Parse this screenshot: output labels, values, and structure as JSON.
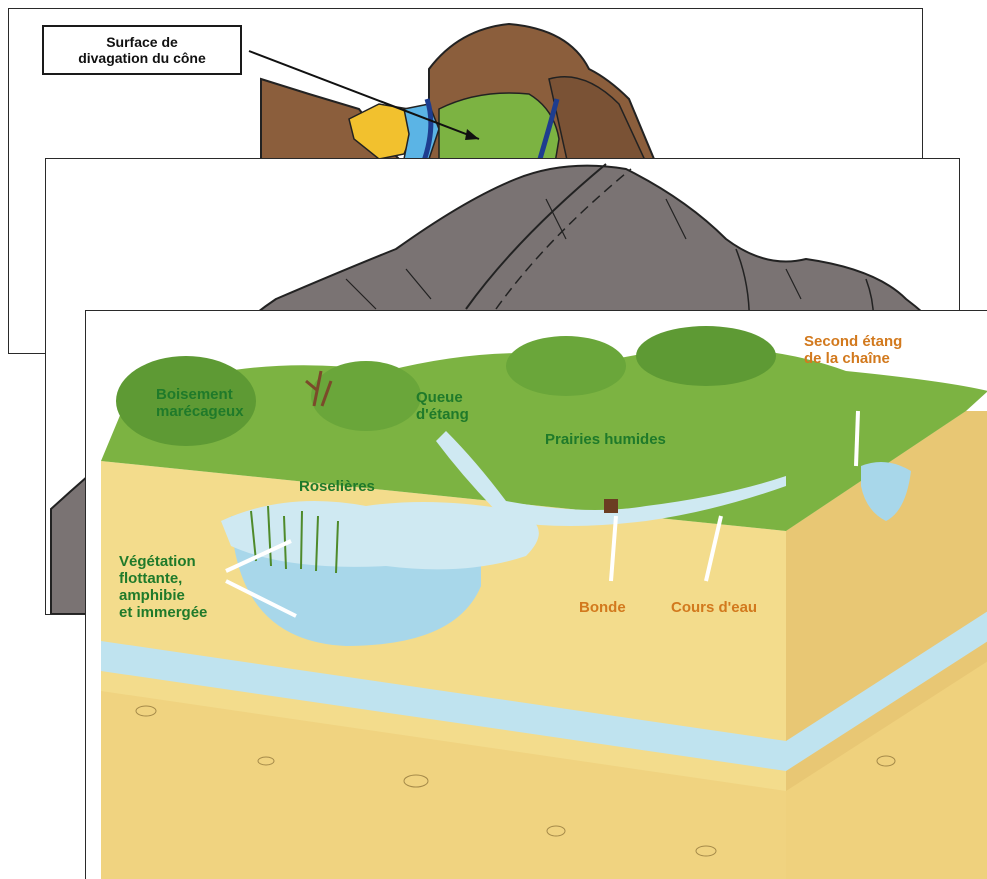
{
  "back_panel": {
    "callout_line1": "Surface de",
    "callout_line2": "divagation du cône"
  },
  "front_panel": {
    "labels": {
      "boisement_1": "Boisement",
      "boisement_2": "marécageux",
      "queue_1": "Queue",
      "queue_2": "d'étang",
      "prairies": "Prairies humides",
      "second_1": "Second étang",
      "second_2": "de la chaîne",
      "roselieres": "Roselières",
      "vegetation_1": "Végétation",
      "vegetation_2": "flottante,",
      "vegetation_3": "amphibie",
      "vegetation_4": "et immergée",
      "bonde": "Bonde",
      "cours": "Cours d'eau"
    }
  },
  "colors": {
    "mountain_brown": "#8b5e3c",
    "gray_rock": "#7a7373",
    "meadow_green": "#7cb342",
    "water_blue": "#bfe3ef",
    "sand": "#f3dc8c",
    "label_green": "#1f7a2a",
    "label_orange": "#d2791d"
  }
}
